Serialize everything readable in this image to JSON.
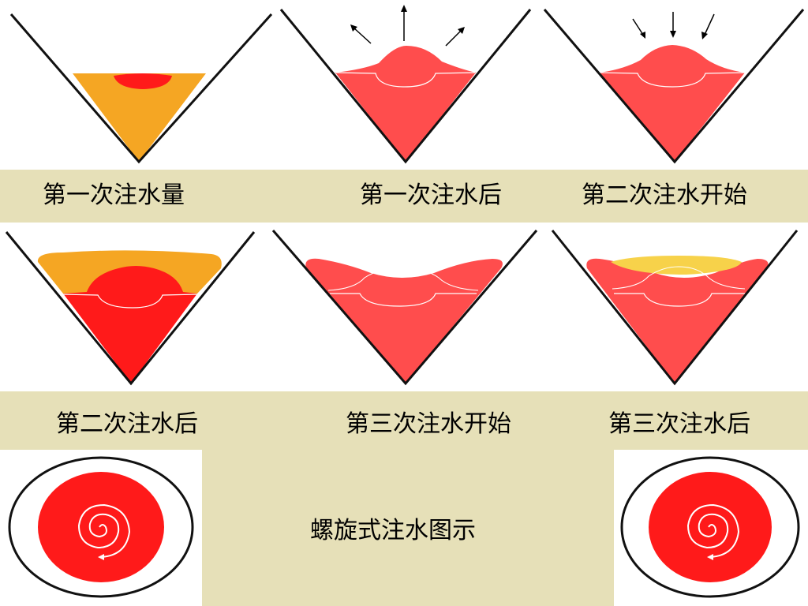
{
  "labels": {
    "step1": "第一次注水量",
    "step2": "第一次注水后",
    "step3": "第二次注水开始",
    "step4": "第二次注水后",
    "step5": "第三次注水开始",
    "step6": "第三次注水后",
    "spiral": "螺旋式注水图示"
  },
  "colors": {
    "funnel_line": "#111111",
    "sand": "#f5a623",
    "water_light": "#ff4d4d",
    "water_red": "#ff1a1a",
    "yellow": "#f7d24a",
    "background": "#e6e0b8"
  }
}
